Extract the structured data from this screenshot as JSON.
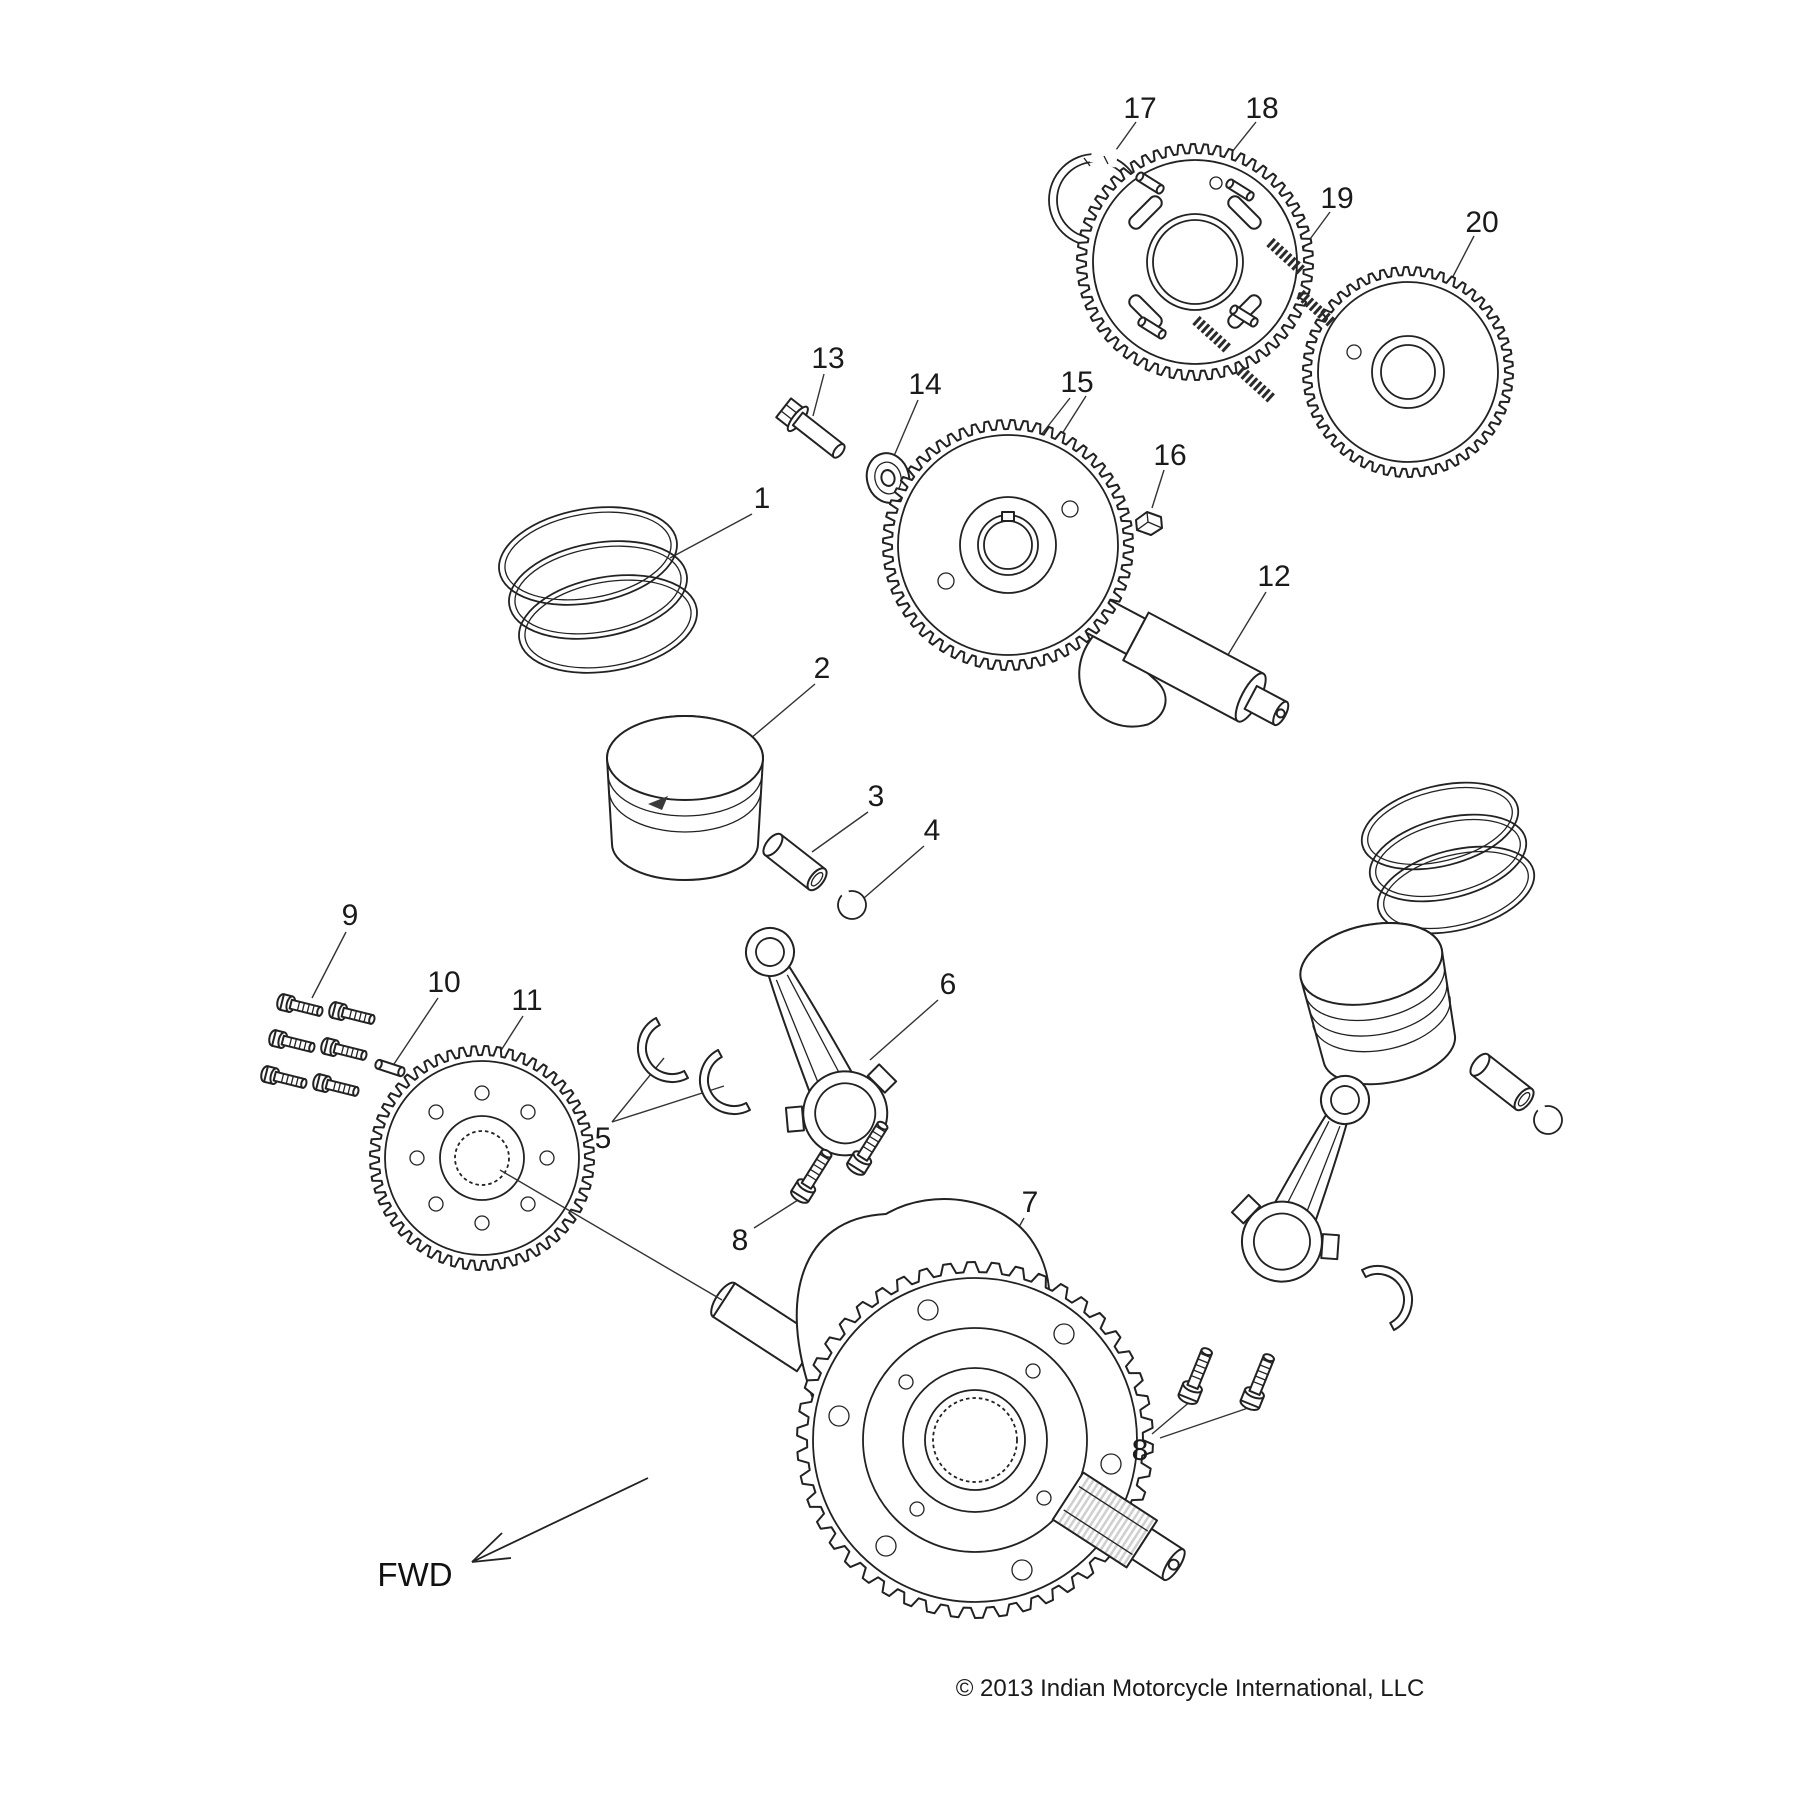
{
  "diagram": {
    "fwd_label": "FWD",
    "copyright": "© 2013 Indian Motorcycle International, LLC",
    "labels": {
      "n1": "1",
      "n2": "2",
      "n3": "3",
      "n4": "4",
      "n5": "5",
      "n6": "6",
      "n7": "7",
      "n8": "8",
      "n9": "9",
      "n10": "10",
      "n11": "11",
      "n12": "12",
      "n13": "13",
      "n14": "14",
      "n15": "15",
      "n16": "16",
      "n17": "17",
      "n18": "18",
      "n19": "19",
      "n20": "20"
    }
  }
}
